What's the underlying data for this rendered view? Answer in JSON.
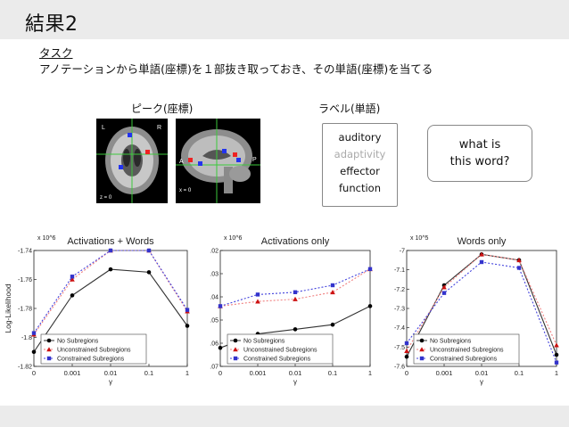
{
  "slide": {
    "title": "結果2",
    "task_heading": "タスク",
    "task_text": "アノテーションから単語(座標)を１部抜き取っておき、その単語(座標)を当てる"
  },
  "figure": {
    "peak_header": "ピーク(座標)",
    "label_header": "ラベル(単語)",
    "brain_left": {
      "L": "L",
      "R": "R",
      "z": "z = 0"
    },
    "brain_right": {
      "A": "A",
      "P": "P",
      "x": "x = 0"
    },
    "label_words": [
      "auditory",
      "adaptivity",
      "effector",
      "function"
    ],
    "question_lines": [
      "what is",
      "this word?"
    ]
  },
  "chart_data": [
    {
      "type": "line",
      "title": "Activations + Words",
      "exponent": "x 10^6",
      "ylabel": "Log-Likelihood",
      "xlabel": "γ",
      "x": [
        "0",
        "0.001",
        "0.01",
        "0.1",
        "1"
      ],
      "y_ticks": [
        "-1.74",
        "-1.76",
        "-1.78",
        "-1.8",
        "-1.82"
      ],
      "ylim": [
        -1.82,
        -1.74
      ],
      "legend": "bottom-left",
      "series": [
        {
          "name": "No Subregions",
          "color": "#000000",
          "values": [
            -1.81,
            -1.771,
            -1.753,
            -1.755,
            -1.792
          ]
        },
        {
          "name": "Unconstrained Subregions",
          "color": "#cc1111",
          "values": [
            -1.798,
            -1.76,
            -1.74,
            -1.74,
            -1.782
          ]
        },
        {
          "name": "Constrained Subregions",
          "color": "#3333cc",
          "values": [
            -1.797,
            -1.758,
            -1.74,
            -1.74,
            -1.781
          ]
        }
      ]
    },
    {
      "type": "line",
      "title": "Activations only",
      "exponent": "x 10^6",
      "ylabel": "",
      "xlabel": "γ",
      "x": [
        "0",
        "0.001",
        "0.01",
        "0.1",
        "1"
      ],
      "y_ticks": [
        ".02",
        ".03",
        ".04",
        ".05",
        ".06",
        ".07"
      ],
      "ylim": [
        0.07,
        0.02
      ],
      "legend": "bottom-left",
      "series": [
        {
          "name": "No Subregions",
          "color": "#000000",
          "values": [
            0.062,
            0.056,
            0.054,
            0.052,
            0.044
          ]
        },
        {
          "name": "Unconstrained Subregions",
          "color": "#cc1111",
          "values": [
            0.044,
            0.042,
            0.041,
            0.038,
            0.028
          ]
        },
        {
          "name": "Constrained Subregions",
          "color": "#3333cc",
          "values": [
            0.044,
            0.039,
            0.038,
            0.035,
            0.028
          ]
        }
      ]
    },
    {
      "type": "line",
      "title": "Words only",
      "exponent": "x 10^5",
      "ylabel": "",
      "xlabel": "γ",
      "x": [
        "0",
        "0.001",
        "0.01",
        "0.1",
        "1"
      ],
      "y_ticks": [
        "-7",
        "-7.1",
        "-7.2",
        "-7.3",
        "-7.4",
        "-7.5",
        "-7.6"
      ],
      "ylim": [
        -7.6,
        -7.0
      ],
      "legend": "bottom-left",
      "series": [
        {
          "name": "No Subregions",
          "color": "#000000",
          "values": [
            -7.55,
            -7.18,
            -7.02,
            -7.05,
            -7.54
          ]
        },
        {
          "name": "Unconstrained Subregions",
          "color": "#cc1111",
          "values": [
            -7.52,
            -7.19,
            -7.02,
            -7.05,
            -7.49
          ]
        },
        {
          "name": "Constrained Subregions",
          "color": "#3333cc",
          "values": [
            -7.48,
            -7.22,
            -7.06,
            -7.09,
            -7.58
          ]
        }
      ]
    }
  ]
}
